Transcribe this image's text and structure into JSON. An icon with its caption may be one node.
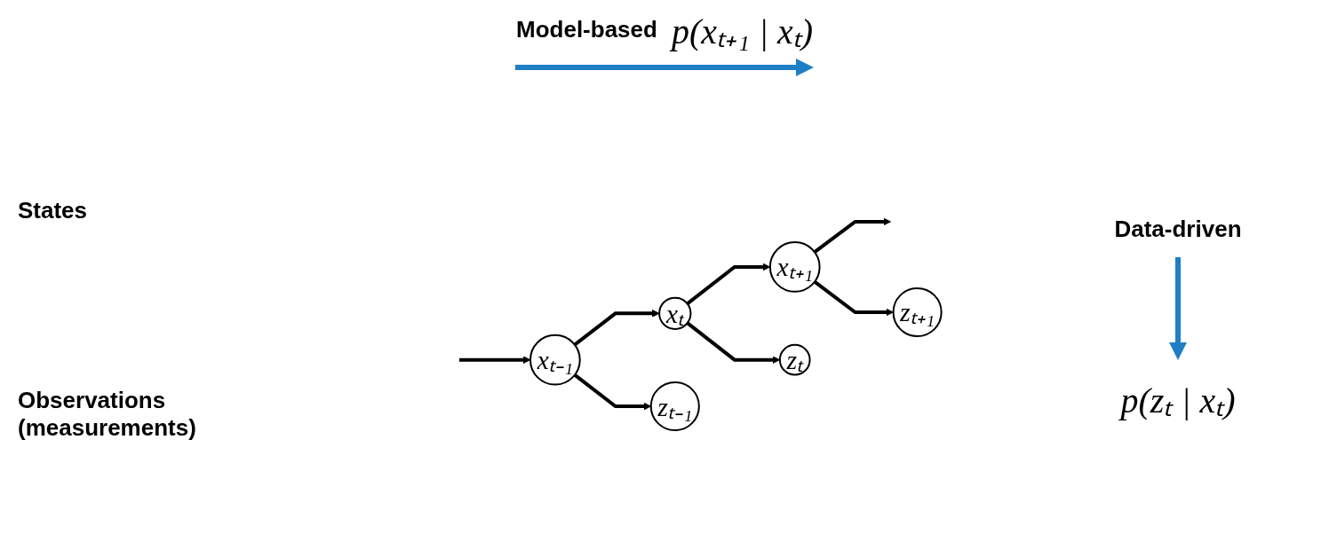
{
  "diagram": {
    "nodes": [
      {
        "text": [
          "xₜ₋₁"
        ]
      },
      {
        "text": [
          "xₜ"
        ]
      },
      {
        "text": [
          "xₜ₊₁"
        ]
      },
      {
        "text": [
          "zₜ₋₁"
        ]
      },
      {
        "text": [
          "zₜ"
        ]
      },
      {
        "text": [
          "zₜ₊₁"
        ]
      }
    ],
    "edges": [
      {
        "from": null,
        "to": 0,
        "arrow": "to"
      },
      {
        "from": 0,
        "to": 1,
        "arrow": "to"
      },
      {
        "from": 1,
        "to": 2,
        "arrow": "to"
      },
      {
        "from": 2,
        "to": null,
        "arrow": "to"
      },
      {
        "from": 0,
        "to": 3,
        "arrow": "to"
      },
      {
        "from": 1,
        "to": 4,
        "arrow": "to"
      },
      {
        "from": 2,
        "to": 5,
        "arrow": "to"
      }
    ],
    "labels": [
      "Model-based",
      "p(xₜ₊₁ | xₜ)",
      "States",
      "Data-driven",
      "p(zₜ | xₜ)",
      "Observations (measurements)"
    ]
  }
}
